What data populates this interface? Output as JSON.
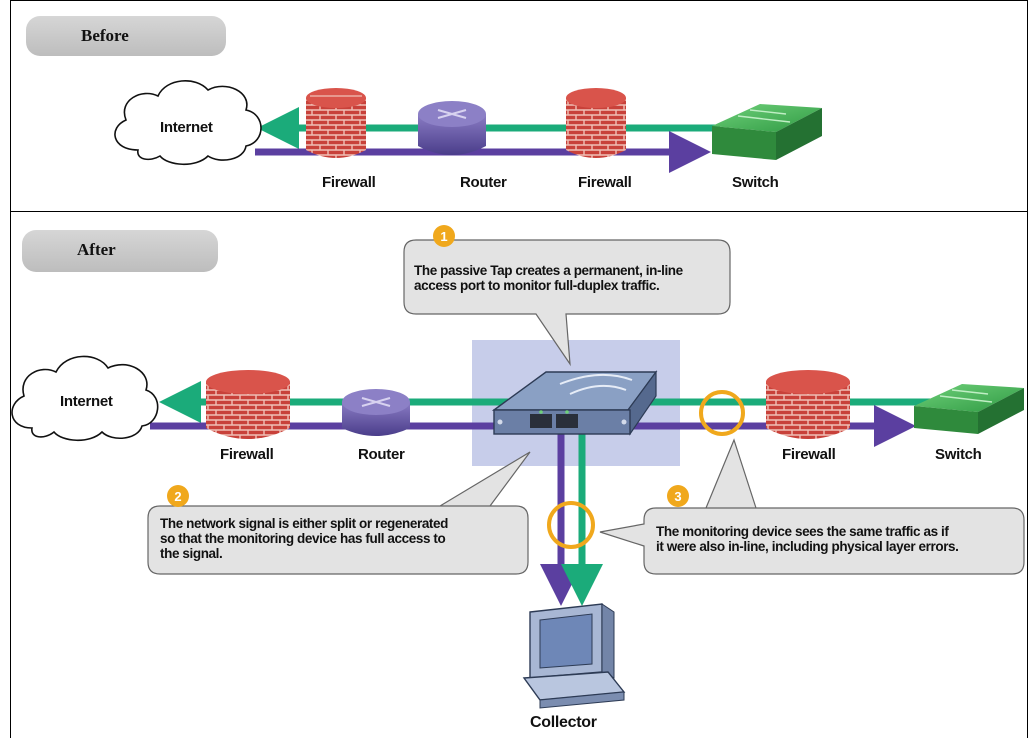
{
  "before": {
    "label": "Before"
  },
  "after": {
    "label": "After"
  },
  "devices": {
    "internet": "Internet",
    "firewall": "Firewall",
    "router": "Router",
    "switch": "Switch",
    "collector": "Collector"
  },
  "callouts": [
    {
      "number": "1",
      "text_lines": [
        "The passive Tap creates a permanent, in-line",
        "access port to monitor full-duplex traffic."
      ]
    },
    {
      "number": "2",
      "text_lines": [
        "The network signal is either split or regenerated",
        "so that the monitoring device has full access to",
        "the signal."
      ]
    },
    {
      "number": "3",
      "text_lines": [
        "The monitoring device sees the same traffic as if",
        "it were also in-line, including physical layer errors."
      ]
    }
  ],
  "colors": {
    "green_line": "#1bab7a",
    "purple_line": "#5b3fa0",
    "callout_badge": "#f0a81c",
    "firewall_brick": "#c8413a",
    "router": "#6a5aa8",
    "switch": "#3aa54a",
    "tap_highlight": "#c7cdea"
  }
}
